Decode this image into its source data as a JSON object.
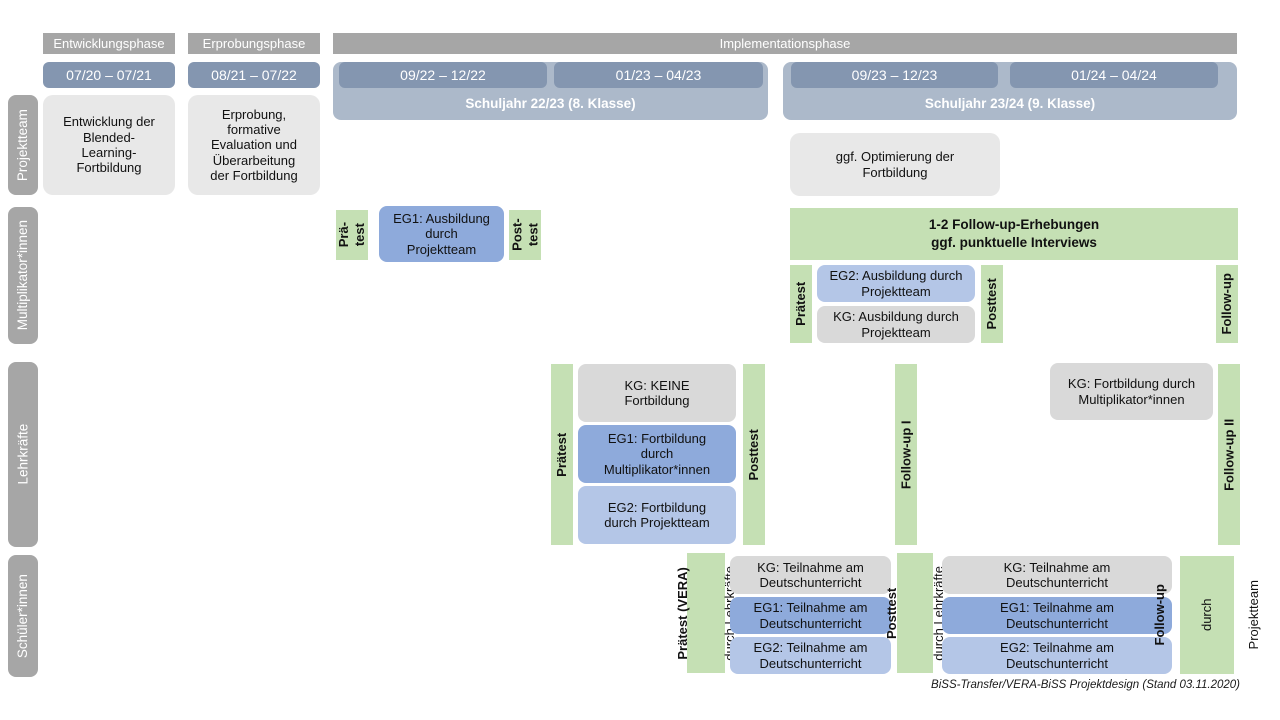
{
  "colors": {
    "phase_header": "#A6A6A6",
    "date_bar": "#8496B0",
    "school_year_band": "#ACB9CA",
    "row_label": "#A6A6A6",
    "project_box": "#E8E8E8",
    "kg_box": "#D9D9D9",
    "eg1_box": "#8EAADB",
    "eg2_box": "#B4C6E7",
    "test_green": "#C5E0B4"
  },
  "header": {
    "phases": {
      "entwicklung": "Entwicklungsphase",
      "erprobung": "Erprobungsphase",
      "implementation": "Implementationsphase"
    },
    "dates": [
      "07/20 – 07/21",
      "08/21 – 07/22",
      "09/22 – 12/22",
      "01/23 – 04/23",
      "09/23 – 12/23",
      "01/24 – 04/24"
    ],
    "school_years": [
      "Schuljahr 22/23 (8. Klasse)",
      "Schuljahr 23/24 (9. Klasse)"
    ]
  },
  "rows": {
    "projektteam": {
      "label": "Projektteam",
      "entwicklung": "Entwicklung der\nBlended-\nLearning-\nFortbildung",
      "erprobung": "Erprobung,\nformative\nEvaluation und\nÜberarbeitung\nder Fortbildung",
      "optimierung": "ggf. Optimierung der\nFortbildung"
    },
    "multiplikatoren": {
      "label": "Multiplikator*innen",
      "praetest_1": "Prä-\ntest",
      "eg1": "EG1: Ausbildung\ndurch\nProjektteam",
      "posttest_1": "Post-\ntest",
      "followup_box": "1-2 Follow-up-Erhebungen\nggf. punktuelle Interviews",
      "praetest_2": "Prätest",
      "eg2": "EG2: Ausbildung durch\nProjektteam",
      "kg": "KG: Ausbildung durch\nProjektteam",
      "posttest_2": "Posttest",
      "followup": "Follow-up"
    },
    "lehrkraefte": {
      "label": "Lehrkräfte",
      "praetest": "Prätest",
      "kg": "KG: KEINE\nFortbildung",
      "eg1": "EG1: Fortbildung\ndurch\nMultiplikator*innen",
      "eg2": "EG2: Fortbildung\ndurch Projektteam",
      "posttest": "Posttest",
      "followup1": "Follow-up I",
      "kg2": "KG: Fortbildung durch\nMultiplikator*innen",
      "followup2": "Follow-up II"
    },
    "schueler": {
      "label": "Schüler*innen",
      "praetest_main": "Prätest (VERA)",
      "praetest_sub": "durch Lehrkräfte",
      "kg1": "KG: Teilnahme am\nDeutschunterricht",
      "eg1_1": "EG1: Teilnahme am\nDeutschunterricht",
      "eg2_1": "EG2: Teilnahme am\nDeutschunterricht",
      "posttest_main": "Posttest",
      "posttest_sub": "durch Lehrkräfte",
      "kg2": "KG: Teilnahme am\nDeutschunterricht",
      "eg1_2": "EG1: Teilnahme am\nDeutschunterricht",
      "eg2_2": "EG2: Teilnahme am\nDeutschunterricht",
      "followup_main": "Follow-up",
      "followup_sub1": "durch",
      "followup_sub2": "Projektteam"
    }
  },
  "footer": "BiSS-Transfer/VERA-BiSS Projektdesign (Stand 03.11.2020)"
}
